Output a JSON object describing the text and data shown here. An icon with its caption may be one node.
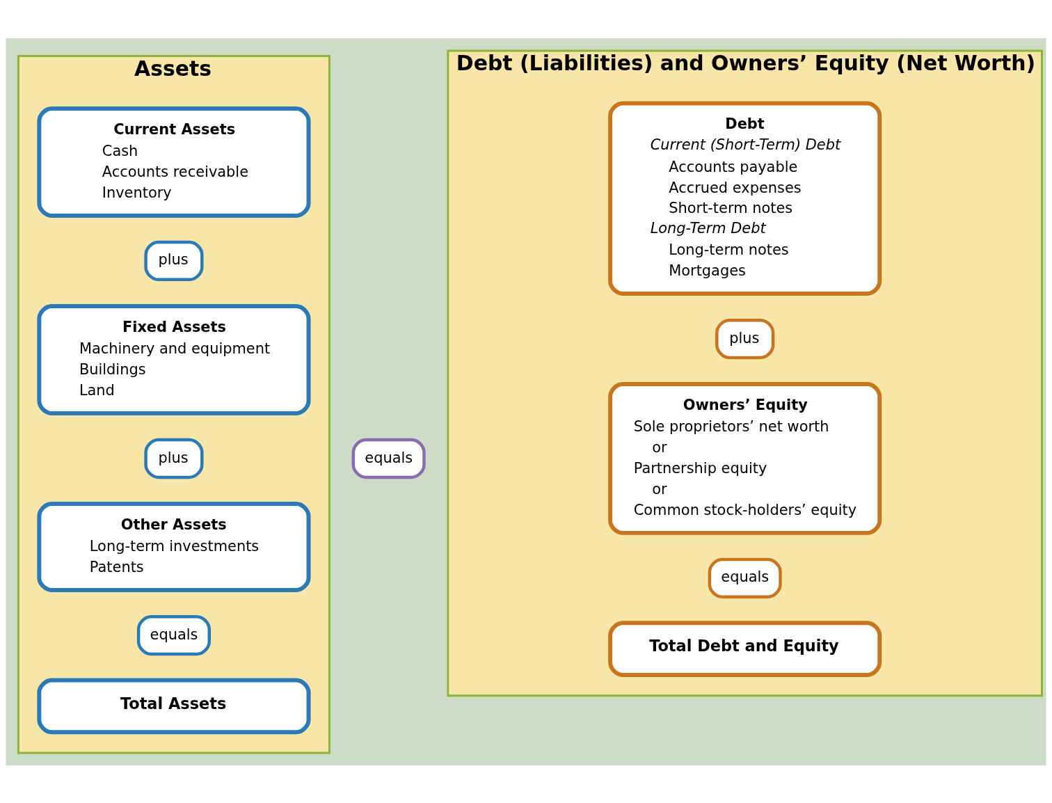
{
  "diagram": {
    "nodes": [
      {
        "text": [
          "Assets"
        ]
      },
      {
        "text": [
          "Current Assets",
          "Cash",
          "Accounts receivable",
          "Inventory"
        ],
        "in": 0
      },
      {
        "text": [
          "plus"
        ],
        "in": 0
      },
      {
        "text": [
          "Fixed Assets",
          "Machinery and equipment",
          "Buildings",
          "Land"
        ],
        "in": 0
      },
      {
        "text": [
          "plus"
        ],
        "in": 0
      },
      {
        "text": [
          "Other Assets",
          "Long-term investments",
          "Patents"
        ],
        "in": 0
      },
      {
        "text": [
          "equals"
        ],
        "in": 0
      },
      {
        "text": [
          "Total Assets"
        ],
        "in": 0
      },
      {
        "text": [
          "equals"
        ]
      },
      {
        "text": [
          "Debt (Liabilities) and Owners’ Equity (Net Worth)"
        ]
      },
      {
        "text": [
          "Debt",
          "Current (Short-Term) Debt",
          "Accounts payable",
          "Accrued expenses",
          "Short-term notes",
          "Long-Term Debt",
          "Long-term notes",
          "Mortgages"
        ],
        "in": 9
      },
      {
        "text": [
          "plus"
        ],
        "in": 9
      },
      {
        "text": [
          "Owners’ Equity",
          "Sole proprietors’ net worth",
          "or",
          "Partnership equity",
          "or",
          "Common stock-holders’ equity"
        ],
        "in": 9
      },
      {
        "text": [
          "equals"
        ],
        "in": 9
      },
      {
        "text": [
          "Total Debt and Equity"
        ],
        "in": 9
      }
    ],
    "edges": []
  }
}
